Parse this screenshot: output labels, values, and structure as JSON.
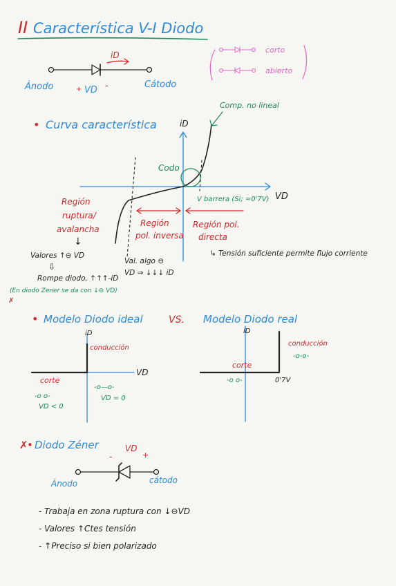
{
  "colors": {
    "red": "#d0292a",
    "blue": "#2f8ad8",
    "green": "#1d8a58",
    "black": "#222222",
    "pink": "#e065c8",
    "paper": "#f6f6f2"
  },
  "title": {
    "number": "II",
    "text": "Característica V-I Diodo"
  },
  "diode_symbol": {
    "current": "iD",
    "anode": "Ánodo",
    "cathode": "Cátodo",
    "plus": "+",
    "voltage": "VD",
    "minus": "-",
    "note_short": "corto",
    "note_open": "abierto"
  },
  "curve_section": {
    "bullet": "•",
    "heading": "Curva característica",
    "axis_y": "iD",
    "axis_x": "VD",
    "comp_label": "Comp. no lineal",
    "knee_label": "Codo",
    "vbarrera": "V barrera (Si; ≈0'7V)",
    "region_ruptura": [
      "Región",
      "ruptura/",
      "avalancha"
    ],
    "region_inversa": [
      "Región",
      "pol. inversa"
    ],
    "region_directa": [
      "Región pol.",
      "directa"
    ],
    "ruptura_notes": [
      "Valores ↑⊖ VD",
      "⇩",
      "Rompe diodo, ↑↑↑-iD"
    ],
    "zener_note": "(En diodo Zener se da con ↓⊖ VD)",
    "zener_note_mark": "✗",
    "inversa_notes": [
      "Val. algo ⊖",
      "VD ⇒ ↓↓↓ iD"
    ],
    "directa_note": "↳ Tensión suficiente permite flujo corriente"
  },
  "models_section": {
    "bullet": "•",
    "heading_ideal": "Modelo Diodo ideal",
    "vs": "VS.",
    "heading_real": "Modelo Diodo real",
    "ideal": {
      "axis_y": "iD",
      "axis_x": "VD",
      "conduccion": "conducción",
      "corte": "corte",
      "open_sym": "-o o-",
      "open_cond": "VD < 0",
      "short_sym": "-o—o-",
      "short_cond": "VD = 0"
    },
    "real": {
      "axis_y": "iD",
      "conduccion": "conducción",
      "cond_sym": "-o-o-",
      "corte": "corte",
      "corte_sym": "-o o-",
      "threshold": "0'7V"
    }
  },
  "zener_section": {
    "mark": "✗",
    "bullet": "•",
    "heading": "Diodo Zéner",
    "voltage": "VD",
    "minus": "-",
    "plus": "+",
    "anode": "Ánodo",
    "cathode": "cátodo",
    "bullets": [
      "- Trabaja en zona ruptura con ↓⊖VD",
      "- Valores ↑Ctes tensión",
      "- ↑Preciso si bien polarizado"
    ]
  }
}
